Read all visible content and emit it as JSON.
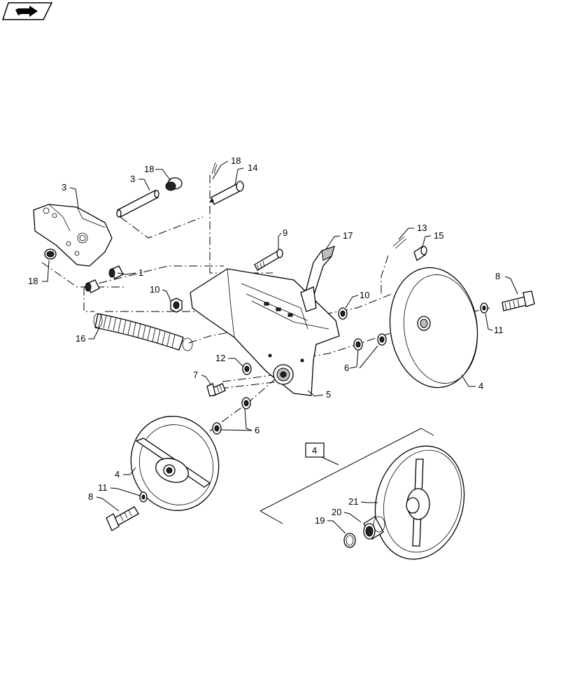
{
  "nav": {
    "icon": "next-page-arrow-icon"
  },
  "callouts": {
    "c3_top": "3",
    "c18_top_left": "18",
    "c3_pin": "3",
    "c18_top_right": "18",
    "c14": "14",
    "c18_left": "18",
    "c1": "1",
    "c9": "9",
    "c17": "17",
    "c13": "13",
    "c15": "15",
    "c10_left": "10",
    "c10_right": "10",
    "c8_right": "8",
    "c11_right": "11",
    "c16": "16",
    "c12": "12",
    "c7": "7",
    "c5": "5",
    "c6_right": "6",
    "c4_right": "4",
    "c6_lower": "6",
    "c4_left": "4",
    "c11_left": "11",
    "c8_left": "8",
    "c4_box": "4",
    "c21": "21",
    "c20": "20",
    "c19": "19"
  }
}
